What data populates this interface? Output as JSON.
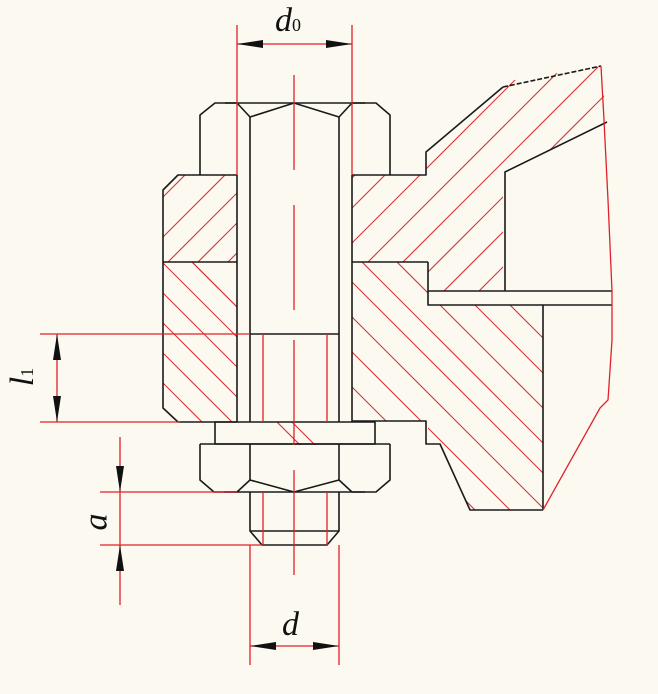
{
  "diagram": {
    "type": "bolt-connection-section",
    "colors": {
      "outline": "#1a1a1a",
      "dimension_lines": "#e0202a",
      "hatching": "#d8303a",
      "background": "#fcfaf0"
    },
    "dimensions": {
      "d0": {
        "symbol": "d",
        "subscript": "0"
      },
      "l1": {
        "symbol": "l",
        "subscript": "1"
      },
      "a": {
        "symbol": "a"
      },
      "d": {
        "symbol": "d"
      }
    }
  }
}
